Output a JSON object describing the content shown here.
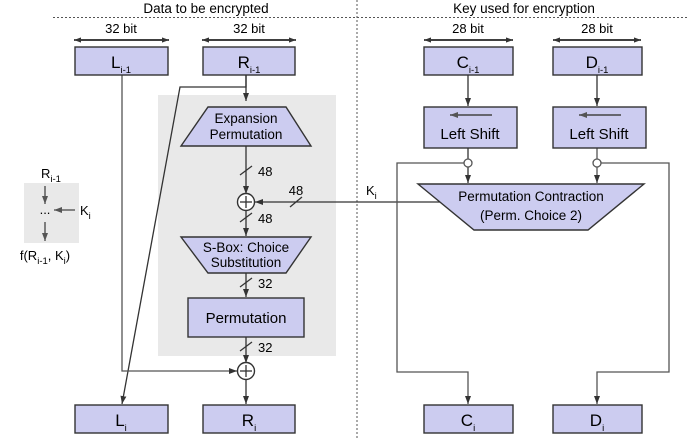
{
  "diagram": {
    "title_left": "Data to be encrypted",
    "title_right": "Key used for encryption",
    "colors": {
      "box_fill": "#ccccf0",
      "box_stroke": "#333333",
      "panel_fill": "#e9e9e9",
      "wire": "#333333",
      "divider": "#555555",
      "background": "#ffffff"
    }
  },
  "headers": [
    {
      "label": "Data to be encrypted"
    },
    {
      "label": "Key used for encryption"
    }
  ],
  "bit_labels": [
    {
      "text": "32 bit"
    },
    {
      "text": "32 bit"
    },
    {
      "text": "28 bit"
    },
    {
      "text": "28 bit"
    }
  ],
  "top_boxes": [
    {
      "name": "L",
      "sub": "i-1"
    },
    {
      "name": "R",
      "sub": "i-1"
    },
    {
      "name": "C",
      "sub": "i-1"
    },
    {
      "name": "D",
      "sub": "i-1"
    }
  ],
  "bottom_boxes": [
    {
      "name": "L",
      "sub": "i"
    },
    {
      "name": "R",
      "sub": "i"
    },
    {
      "name": "C",
      "sub": "i"
    },
    {
      "name": "D",
      "sub": "i"
    }
  ],
  "blocks": {
    "expansion": {
      "line1": "Expansion",
      "line2": "Permutation"
    },
    "sbox": {
      "line1": "S-Box: Choice",
      "line2": "Substitution"
    },
    "permutation": {
      "label": "Permutation"
    },
    "left_shift_c": {
      "label": "Left Shift"
    },
    "left_shift_d": {
      "label": "Left Shift"
    },
    "perm_contraction": {
      "line1": "Permutation Contraction",
      "line2": "(Perm. Choice 2)"
    }
  },
  "wire_labels": [
    {
      "text": "48"
    },
    {
      "text": "48"
    },
    {
      "text": "48"
    },
    {
      "text": "32"
    },
    {
      "text": "32"
    }
  ],
  "key_label": {
    "name": "K",
    "sub": "i"
  },
  "legend": {
    "input": {
      "name": "R",
      "sub": "i-1"
    },
    "dots": "...",
    "key": {
      "name": "K",
      "sub": "i"
    },
    "output_prefix": "f(R",
    "output_sub1": "i-1",
    "output_mid": ", K",
    "output_sub2": "i",
    "output_suffix": ")"
  },
  "xor_glyph": "+"
}
